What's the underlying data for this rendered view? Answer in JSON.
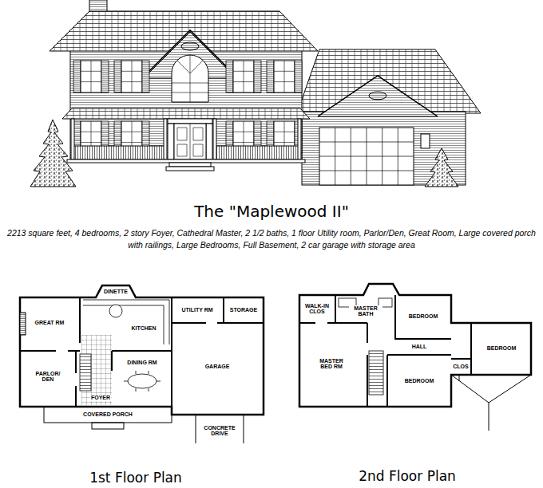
{
  "diagram": {
    "title": "The \"Maplewood II\"",
    "caption": "2213 square feet, 4 bedrooms, 2 story Foyer, Cathedral Master, 2 1/2 baths, 1 floor Utility room, Parlor/Den, Great Room, Large covered porch with railings, Large Bedrooms, Full Basement, 2 car garage with storage area",
    "labels": [
      "GREAT RM",
      "DINETTE",
      "KITCHEN",
      "UTILITY RM",
      "STORAGE",
      "PARLOR/ DEN",
      "DINING RM",
      "FOYER",
      "GARAGE",
      "COVERED PORCH",
      "CONCRETE DRIVE",
      "WALK-IN CLOS",
      "MASTER BATH",
      "BEDROOM",
      "MASTER BED RM",
      "HALL",
      "BEDROOM",
      "BEDROOM",
      "CLOS",
      "1st Floor Plan",
      "2nd Floor Plan"
    ]
  }
}
